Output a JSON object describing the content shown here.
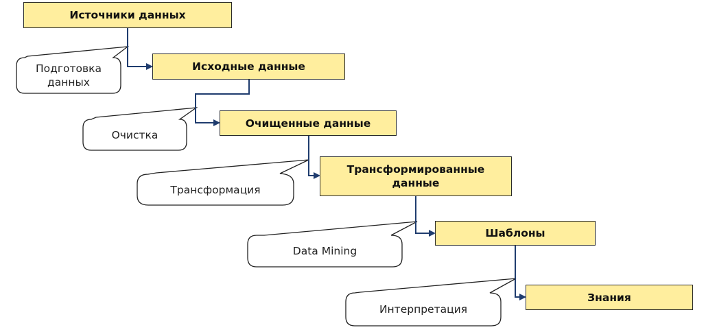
{
  "stages": [
    {
      "label": "Источники данных"
    },
    {
      "label": "Исходные данные"
    },
    {
      "label": "Очищенные данные"
    },
    {
      "label": "Трансформированные\nданные"
    },
    {
      "label": "Шаблоны"
    },
    {
      "label": "Знания"
    }
  ],
  "processes": [
    {
      "label": "Подготовка\nданных"
    },
    {
      "label": "Очистка"
    },
    {
      "label": "Трансформация"
    },
    {
      "label": "Data Mining"
    },
    {
      "label": "Интерпретация"
    }
  ],
  "colors": {
    "box_fill": "#ffee9e",
    "box_border": "#2a2a2a",
    "connector": "#1f3c6e",
    "bubble_border": "#222222"
  }
}
